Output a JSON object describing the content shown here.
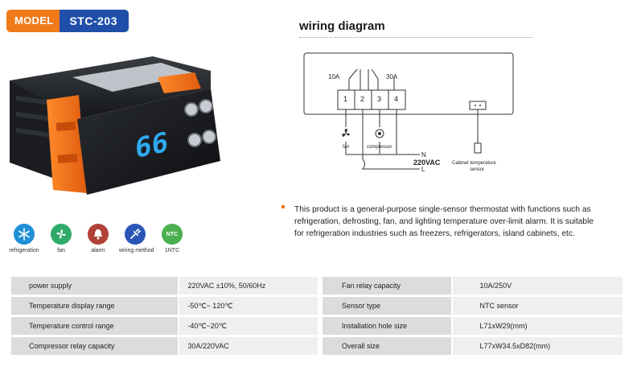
{
  "badge": {
    "model_label": "MODEL",
    "model_name": "STC-203"
  },
  "product": {
    "display_value": "66"
  },
  "features": [
    {
      "name": "refrigeration-icon",
      "label": "refrigeration",
      "color": "#1f8fd6"
    },
    {
      "name": "fan-icon",
      "label": "fan",
      "color": "#2faa6a"
    },
    {
      "name": "alarm-icon",
      "label": "alarm",
      "color": "#b0423a"
    },
    {
      "name": "wiring-method-icon",
      "label": "wiring method",
      "color": "#2a56b8"
    },
    {
      "name": "ntc-icon",
      "label": "1NTC",
      "badge": "NTC",
      "color": "#4caf50"
    }
  ],
  "wiring": {
    "title": "wiring diagram",
    "relay_left": "10A",
    "relay_right": "30A",
    "terminals": [
      "1",
      "2",
      "3",
      "4"
    ],
    "fan_label": "fan",
    "compressor_label": "compressor",
    "neutral": "N",
    "line": "L",
    "voltage": "220VAC",
    "sensor_label_1": "Cabinet temperature",
    "sensor_label_2": "sensor"
  },
  "description": "This product is a general-purpose single-sensor thermostat with functions such as refrigeration, defrosting, fan, and lighting temperature over-limit alarm. It is suitable for refrigeration industries such as freezers, refrigerators, island cabinets, etc.",
  "specs": [
    [
      "power supply",
      "220VAC ±10%, 50/60Hz",
      "Fan  relay capacity",
      "10A/250V"
    ],
    [
      "Temperature display range",
      "-50℃~ 120℃",
      "Sensor type",
      "NTC sensor"
    ],
    [
      "Temperature control range",
      "-40℃~20℃",
      "Installation hole size",
      "L71xW29(mm)"
    ],
    [
      "Compressor relay capacity",
      "30A/220VAC",
      "Overall size",
      "L77xW34.5xD82(mm)"
    ]
  ]
}
